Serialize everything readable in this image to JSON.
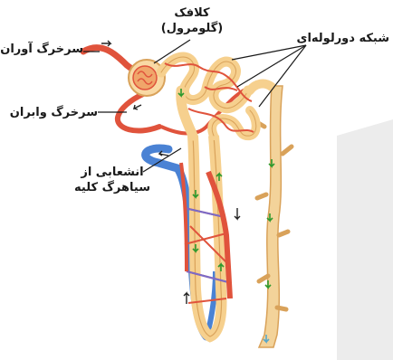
{
  "labels": {
    "glomerulus_line1": "کلافک",
    "glomerulus_line2": "(گلومرول)",
    "afferent": "سرخرگ آوران",
    "efferent": "سرخرگ وابران",
    "capillary_network": "شبکه دورلوله‌ای",
    "renal_vein_line1": "انشعابی از",
    "renal_vein_line2": "سیاهرگ کلیه"
  },
  "colors": {
    "tubule": "#f6d08e",
    "tubule_outline": "#d9a25a",
    "artery": "#e0533c",
    "vein": "#4a82d4",
    "flow_arrow": "#2e9a2e",
    "text": "#1a1a1a"
  }
}
